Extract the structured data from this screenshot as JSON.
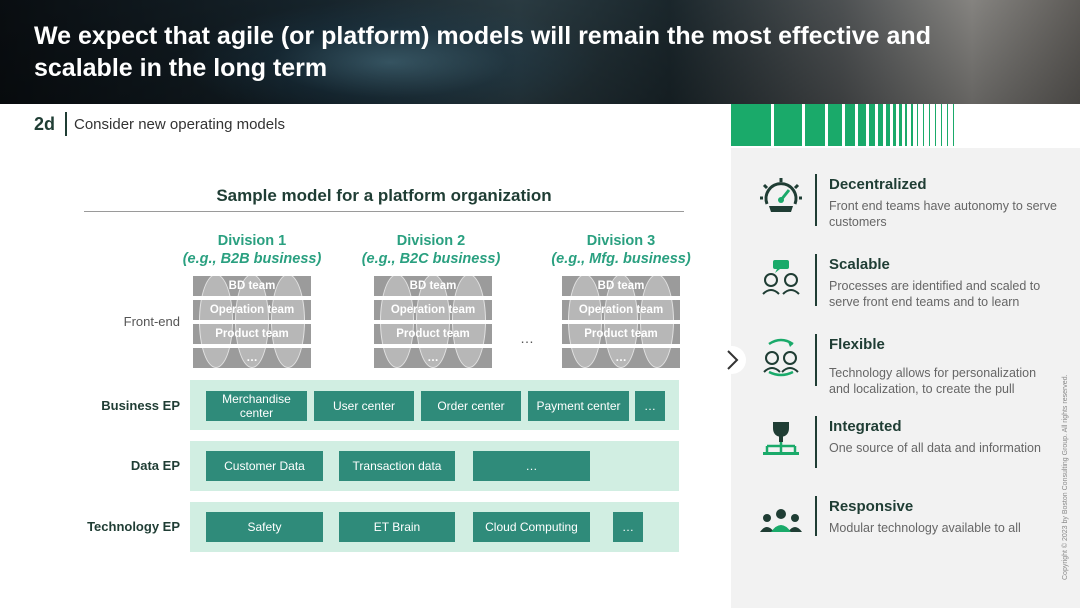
{
  "header": {
    "title": "We expect that agile (or platform) models will remain the most effective and scalable in the long term"
  },
  "section": {
    "number": "2d",
    "title": "Consider new operating models"
  },
  "diagram": {
    "title": "Sample model for a platform organization",
    "front_end_label": "Front-end",
    "between_divisions": "…",
    "divisions": [
      {
        "name": "Division 1",
        "sub": "(e.g., B2B business)",
        "teams": [
          "BD team",
          "Operation team",
          "Product team",
          "…"
        ]
      },
      {
        "name": "Division 2",
        "sub": "(e.g., B2C business)",
        "teams": [
          "BD team",
          "Operation team",
          "Product team",
          "…"
        ]
      },
      {
        "name": "Division 3",
        "sub": "(e.g., Mfg. business)",
        "teams": [
          "BD team",
          "Operation team",
          "Product team",
          "…"
        ]
      }
    ],
    "layers": [
      {
        "label": "Business EP",
        "boxes": [
          "Merchandise center",
          "User center",
          "Order center",
          "Payment center",
          "…"
        ]
      },
      {
        "label": "Data EP",
        "boxes": [
          "Customer Data",
          "Transaction data",
          "…"
        ]
      },
      {
        "label": "Technology EP",
        "boxes": [
          "Safety",
          "ET Brain",
          "Cloud Computing",
          "…"
        ]
      }
    ]
  },
  "features": [
    {
      "title": "Decentralized",
      "desc": "Front end teams have autonomy to serve customers",
      "icon": "gear-gauge-icon"
    },
    {
      "title": "Scalable",
      "desc": "Processes are identified and scaled to serve front end teams and to learn",
      "icon": "people-exchange-icon"
    },
    {
      "title": "Flexible",
      "desc": "Technology allows for personalization and localization, to create the pull",
      "icon": "people-cycle-icon"
    },
    {
      "title": "Integrated",
      "desc": "One source of all data and information",
      "icon": "trophy-org-icon"
    },
    {
      "title": "Responsive",
      "desc": "Modular technology available to all",
      "icon": "team-icon"
    }
  ],
  "copyright": "Copyright © 2023 by Boston Consulting Group. All rights reserved.",
  "colors": {
    "accent": "#1aaa6a",
    "dark_green": "#1f3d34",
    "box": "#2f8b7a",
    "band": "#d1eee2",
    "division_text": "#2aa080"
  }
}
